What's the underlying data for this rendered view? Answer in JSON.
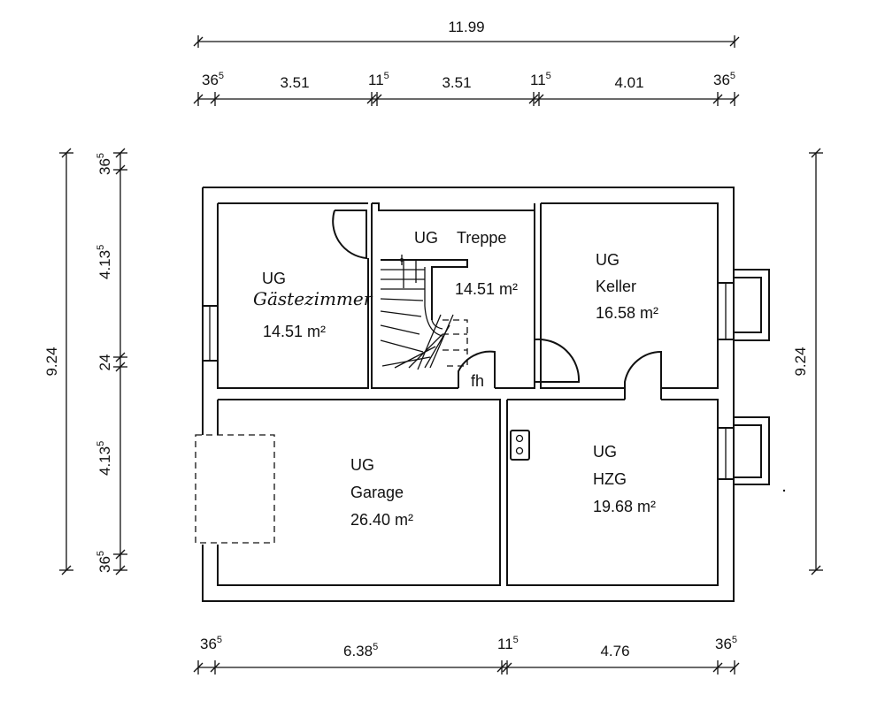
{
  "top_dimensions": {
    "overall": "11.99",
    "segments": [
      {
        "main": "36",
        "sup": "5"
      },
      {
        "main": "3.51",
        "sup": ""
      },
      {
        "main": "11",
        "sup": "5"
      },
      {
        "main": "3.51",
        "sup": ""
      },
      {
        "main": "11",
        "sup": "5"
      },
      {
        "main": "4.01",
        "sup": ""
      },
      {
        "main": "36",
        "sup": "5"
      }
    ]
  },
  "bottom_dimensions": {
    "segments": [
      {
        "main": "36",
        "sup": "5"
      },
      {
        "main": "6.38",
        "sup": "5"
      },
      {
        "main": "11",
        "sup": "5"
      },
      {
        "main": "4.76",
        "sup": ""
      },
      {
        "main": "36",
        "sup": "5"
      }
    ]
  },
  "left_dimensions": {
    "overall": "9.24",
    "segments": [
      {
        "main": "36",
        "sup": "5"
      },
      {
        "main": "4.13",
        "sup": "5"
      },
      {
        "main": "24",
        "sup": ""
      },
      {
        "main": "4.13",
        "sup": "5"
      },
      {
        "main": "36",
        "sup": "5"
      }
    ]
  },
  "right_dimensions": {
    "overall": "9.24"
  },
  "rooms": {
    "gaestezimmer": {
      "level": "UG",
      "name": "Gästezimmer",
      "area": "14.51 m²"
    },
    "treppe": {
      "level": "UG",
      "name": "Treppe",
      "area": "14.51 m²"
    },
    "keller": {
      "level": "UG",
      "name": "Keller",
      "area": "16.58 m²"
    },
    "garage": {
      "level": "UG",
      "name": "Garage",
      "area": "26.40 m²"
    },
    "hzg": {
      "level": "UG",
      "name": "HZG",
      "area": "19.68 m²"
    }
  },
  "labels": {
    "fh": "fh"
  }
}
